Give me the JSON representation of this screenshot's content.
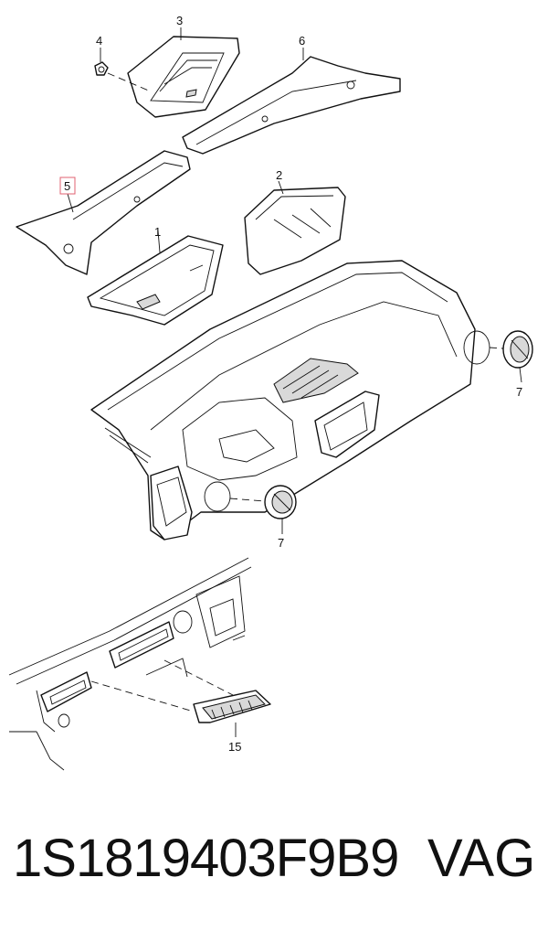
{
  "callouts": {
    "c1": "1",
    "c2": "2",
    "c3": "3",
    "c4": "4",
    "c5": "5",
    "c6": "6",
    "c7a": "7",
    "c7b": "7",
    "c15": "15"
  },
  "footer": {
    "part_number": "1S1819403F9B9",
    "brand": "VAG"
  }
}
